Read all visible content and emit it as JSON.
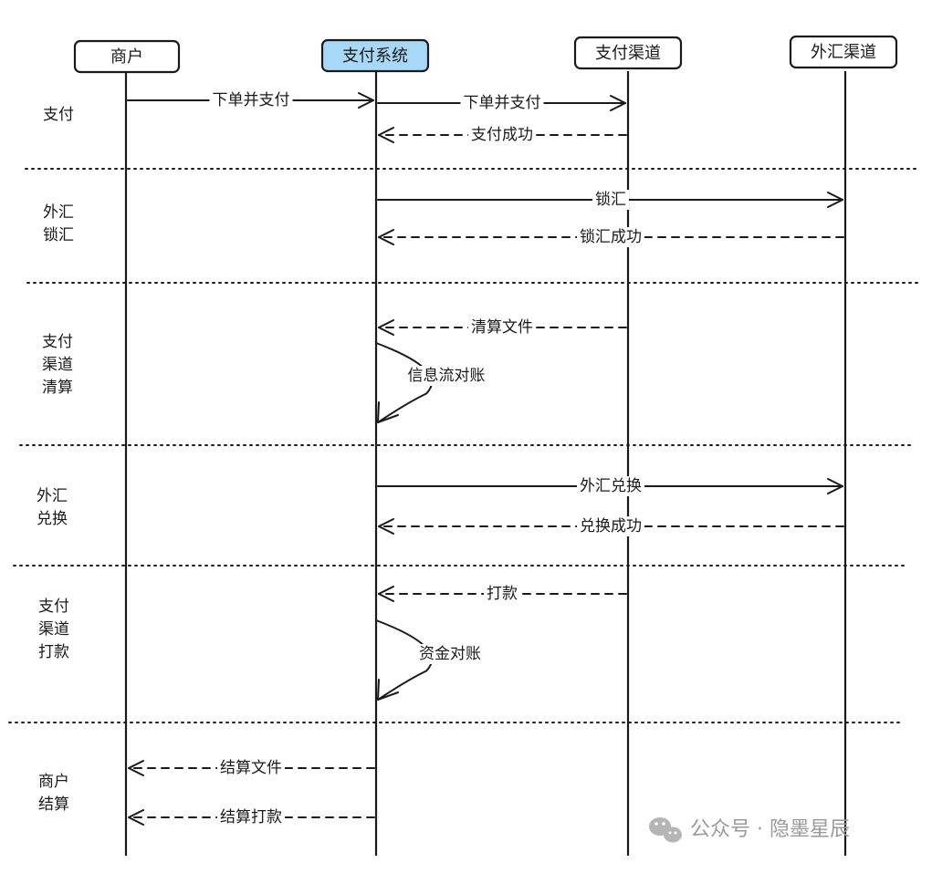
{
  "actors": [
    {
      "id": "merchant",
      "label": "商户",
      "highlight": false
    },
    {
      "id": "pay_system",
      "label": "支付系统",
      "highlight": true
    },
    {
      "id": "pay_channel",
      "label": "支付渠道",
      "highlight": false
    },
    {
      "id": "fx_channel",
      "label": "外汇渠道",
      "highlight": false
    }
  ],
  "phases": [
    {
      "lines": [
        "支付"
      ]
    },
    {
      "lines": [
        "外汇",
        "锁汇"
      ]
    },
    {
      "lines": [
        "支付",
        "渠道",
        "清算"
      ]
    },
    {
      "lines": [
        "外汇",
        "兑换"
      ]
    },
    {
      "lines": [
        "支付",
        "渠道",
        "打款"
      ]
    },
    {
      "lines": [
        "商户",
        "结算"
      ]
    }
  ],
  "messages": [
    {
      "label": "下单并支付",
      "from": "merchant",
      "to": "pay_system",
      "style": "solid"
    },
    {
      "label": "下单并支付",
      "from": "pay_system",
      "to": "pay_channel",
      "style": "solid"
    },
    {
      "label": "支付成功",
      "from": "pay_channel",
      "to": "pay_system",
      "style": "dashed"
    },
    {
      "label": "锁汇",
      "from": "pay_system",
      "to": "fx_channel",
      "style": "solid"
    },
    {
      "label": "锁汇成功",
      "from": "fx_channel",
      "to": "pay_system",
      "style": "dashed"
    },
    {
      "label": "清算文件",
      "from": "pay_channel",
      "to": "pay_system",
      "style": "dashed"
    },
    {
      "label": "信息流对账",
      "from": "pay_system",
      "to": "pay_system",
      "style": "self"
    },
    {
      "label": "外汇兑换",
      "from": "pay_system",
      "to": "fx_channel",
      "style": "solid"
    },
    {
      "label": "兑换成功",
      "from": "fx_channel",
      "to": "pay_system",
      "style": "dashed"
    },
    {
      "label": "打款",
      "from": "pay_channel",
      "to": "pay_system",
      "style": "dashed"
    },
    {
      "label": "资金对账",
      "from": "pay_system",
      "to": "pay_system",
      "style": "self"
    },
    {
      "label": "结算文件",
      "from": "pay_system",
      "to": "merchant",
      "style": "dashed"
    },
    {
      "label": "结算打款",
      "from": "pay_system",
      "to": "merchant",
      "style": "dashed"
    }
  ],
  "watermark": {
    "text": "公众号 · 隐墨星辰",
    "icon": "wechat-icon"
  }
}
